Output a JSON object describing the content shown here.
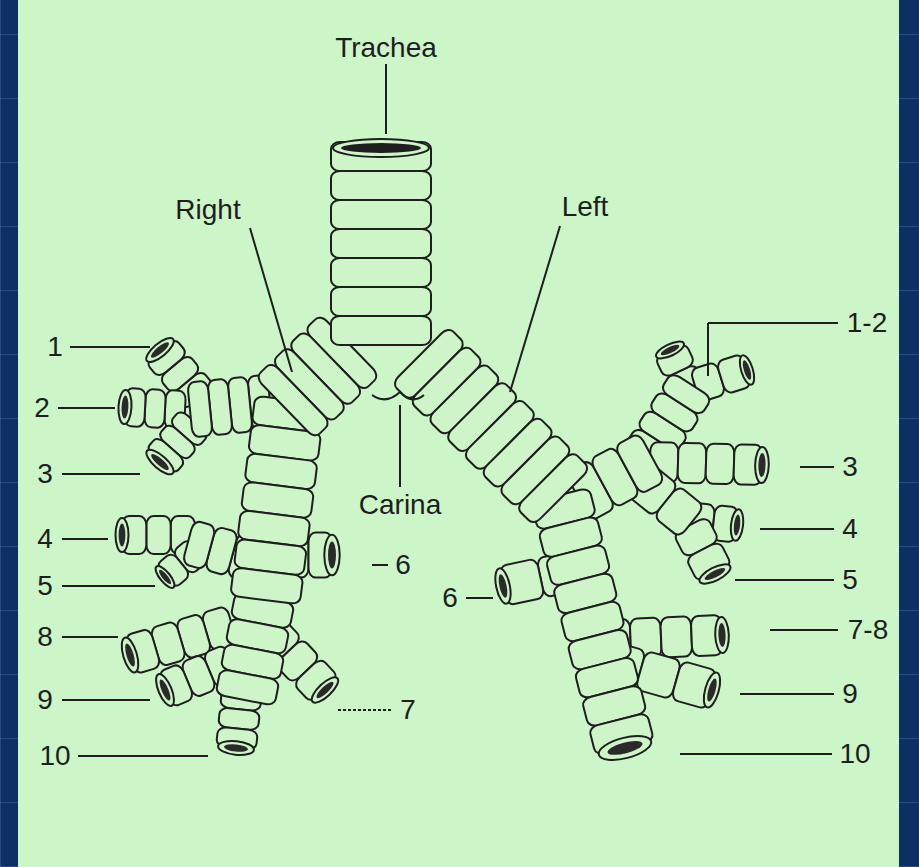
{
  "diagram": {
    "labels": [
      "Trachea",
      "Right",
      "Left",
      "Carina",
      "1",
      "2",
      "3",
      "4",
      "5",
      "6",
      "8",
      "9",
      "7",
      "10",
      "1-2",
      "3",
      "4",
      "6",
      "5",
      "7-8",
      "9",
      "10"
    ]
  }
}
